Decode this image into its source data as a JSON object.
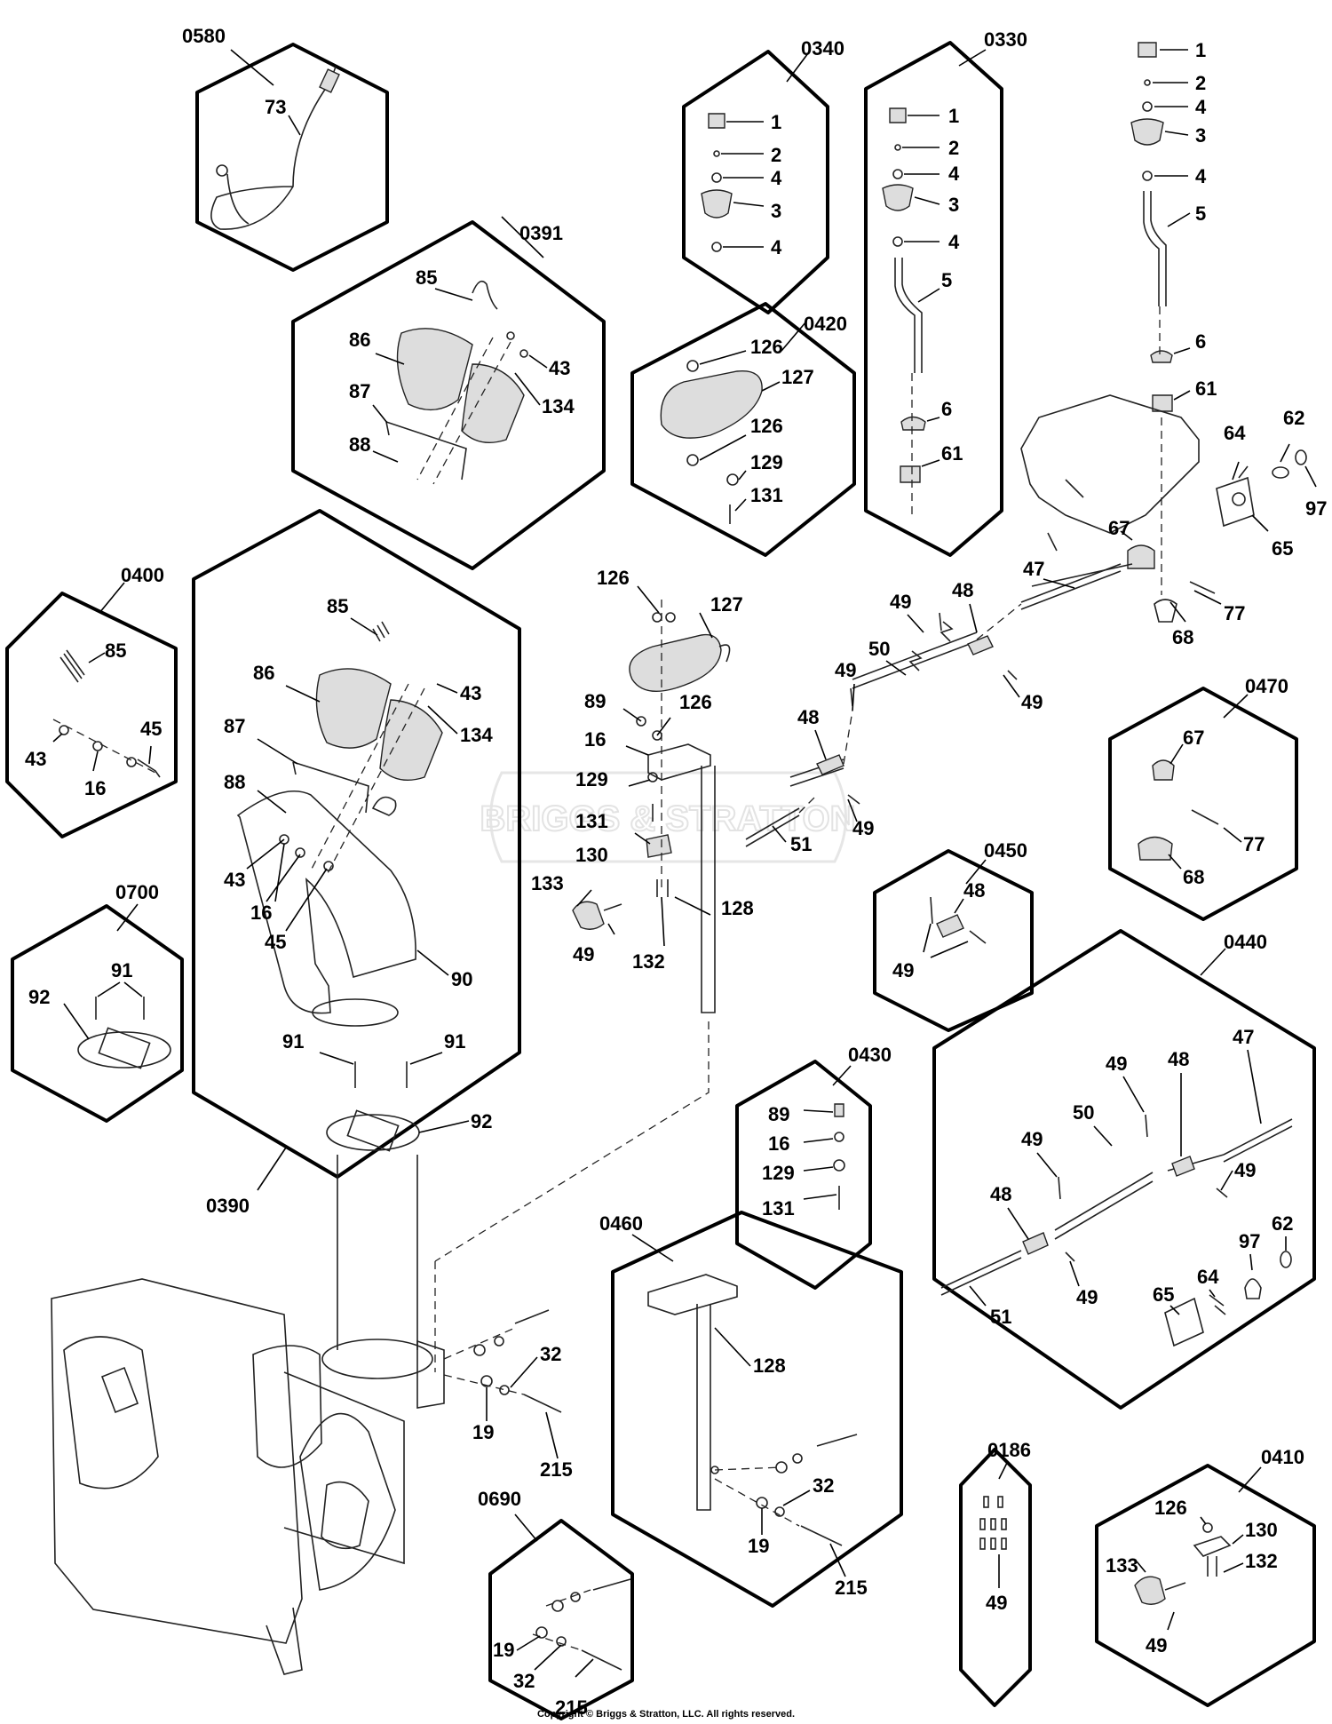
{
  "copyright": "Copyright © Briggs & Stratton, LLC. All rights reserved.",
  "watermark": {
    "brand": "BRIGGS & STRATTON"
  },
  "groups": [
    "0580",
    "0391",
    "0340",
    "0330",
    "0420",
    "0400",
    "0390",
    "0700",
    "0470",
    "0450",
    "0440",
    "0430",
    "0460",
    "0690",
    "0186",
    "0410"
  ],
  "parts": {
    "p1": [
      "1",
      "1",
      "1"
    ],
    "p2": [
      "2",
      "2",
      "2"
    ],
    "p3": [
      "3",
      "3",
      "3"
    ],
    "p4": [
      "4",
      "4",
      "4",
      "4",
      "4",
      "4"
    ],
    "p5": [
      "5",
      "5"
    ],
    "p6": [
      "6",
      "6"
    ],
    "p16": [
      "16",
      "16",
      "16",
      "16"
    ],
    "p19": [
      "19",
      "19",
      "19"
    ],
    "p32": [
      "32",
      "32",
      "32"
    ],
    "p43": [
      "43",
      "43",
      "43",
      "43"
    ],
    "p45": [
      "45",
      "45"
    ],
    "p47": [
      "47",
      "47"
    ],
    "p48": [
      "48",
      "48",
      "48",
      "48",
      "48"
    ],
    "p49": [
      "49",
      "49",
      "49",
      "49",
      "49",
      "49",
      "49",
      "49",
      "49",
      "49",
      "49",
      "49"
    ],
    "p50": [
      "50",
      "50"
    ],
    "p51": [
      "51",
      "51"
    ],
    "p61": [
      "61",
      "61"
    ],
    "p62": [
      "62",
      "62"
    ],
    "p64": [
      "64",
      "64"
    ],
    "p65": [
      "65",
      "65"
    ],
    "p67": [
      "67",
      "67"
    ],
    "p68": [
      "68",
      "68"
    ],
    "p73": [
      "73"
    ],
    "p77": [
      "77",
      "77"
    ],
    "p85": [
      "85",
      "85",
      "85"
    ],
    "p86": [
      "86",
      "86"
    ],
    "p87": [
      "87",
      "87"
    ],
    "p88": [
      "88",
      "88"
    ],
    "p89": [
      "89",
      "89"
    ],
    "p90": [
      "90"
    ],
    "p91": [
      "91",
      "91",
      "91"
    ],
    "p92": [
      "92",
      "92"
    ],
    "p97": [
      "97",
      "97"
    ],
    "p126": [
      "126",
      "126",
      "126",
      "126",
      "126"
    ],
    "p127": [
      "127",
      "127"
    ],
    "p128": [
      "128",
      "128"
    ],
    "p129": [
      "129",
      "129",
      "129"
    ],
    "p130": [
      "130",
      "130"
    ],
    "p131": [
      "131",
      "131",
      "131"
    ],
    "p132": [
      "132",
      "132"
    ],
    "p133": [
      "133",
      "133"
    ],
    "p134": [
      "134",
      "134"
    ],
    "p215": [
      "215",
      "215",
      "215"
    ]
  }
}
